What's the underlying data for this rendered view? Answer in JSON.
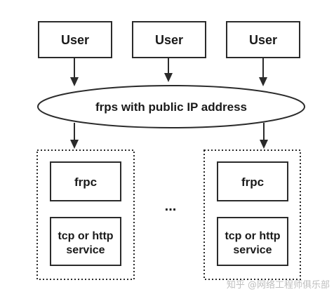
{
  "users": [
    {
      "label": "User"
    },
    {
      "label": "User"
    },
    {
      "label": "User"
    }
  ],
  "server": {
    "label": "frps with public IP address"
  },
  "clients": [
    {
      "client_label": "frpc",
      "service_label": [
        "tcp or http",
        "service"
      ]
    },
    {
      "client_label": "frpc",
      "service_label": [
        "tcp or http",
        "service"
      ]
    }
  ],
  "ellipsis": "...",
  "watermark": "知乎 @网络工程师俱乐部"
}
